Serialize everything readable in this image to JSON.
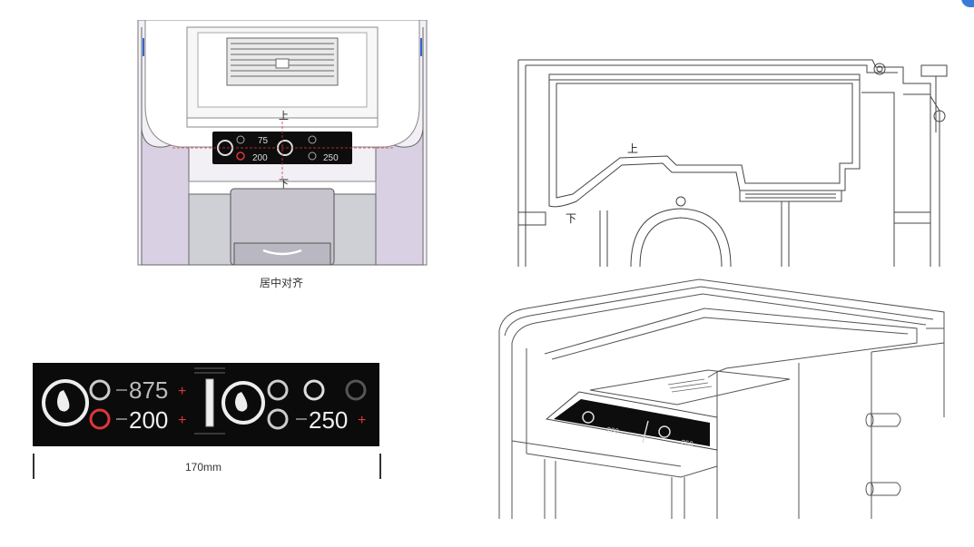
{
  "front_view": {
    "mark_up": "上",
    "mark_down": "下",
    "caption": "居中对齐",
    "display": {
      "left_value": "75",
      "left_value_2": "200",
      "right_value": "250"
    }
  },
  "control_panel": {
    "value_top": "875",
    "value_mid": "200",
    "value_right": "250",
    "dimension": "170mm"
  },
  "section_view": {
    "mark_up": "上",
    "mark_down": "下"
  },
  "iso_view": {
    "display": {
      "value_a": "200",
      "value_b": "250"
    }
  },
  "colors": {
    "accent_red": "#e0353a",
    "panel_bg": "#0b0b0b",
    "body_lilac": "#d8d0e0",
    "line": "#555555"
  }
}
